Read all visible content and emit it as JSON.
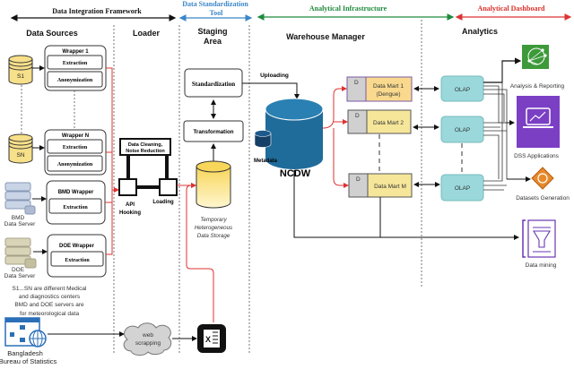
{
  "header": {
    "integration": "Data Integration Framework",
    "standardization_l1": "Data Standardization",
    "standardization_l2": "Tool",
    "infrastructure": "Analytical Infrastructure",
    "dashboard": "Analytical Dashboard",
    "colors": {
      "integration": "#111111",
      "standardization": "#3a86c8",
      "infrastructure": "#1e8a3c",
      "dashboard": "#d9312b"
    }
  },
  "sections": {
    "sources": "Data Sources",
    "loader": "Loader",
    "staging_l1": "Staging",
    "staging_l2": "Area",
    "warehouse": "Warehouse Manager",
    "analytics": "Analytics"
  },
  "sources": {
    "s1": "S1",
    "sn": "SN",
    "wrapper1": {
      "title": "Wrapper 1",
      "extraction": "Extraction",
      "anonymization": "Anonymization"
    },
    "wrapperN": {
      "title": "Wrapper N",
      "extraction": "Extraction",
      "anonymization": "Anonymization"
    },
    "bmd_wrapper": {
      "title": "BMD Wrapper",
      "extraction": "Extraction"
    },
    "doe_wrapper": {
      "title": "DOE Wrapper",
      "extraction": "Extraction"
    },
    "bmd_server_l1": "BMD",
    "bmd_server_l2": "Data Server",
    "doe_server_l1": "DOE",
    "doe_server_l2": "Data Server",
    "note": [
      "S1...SN are different Medical",
      "and diagnostics centers",
      "BMD and DOE servers are",
      "for meteorological data"
    ],
    "bbs_l1": "Bangladesh",
    "bbs_l2": "Bureau of Statistics",
    "web_l1": "web",
    "web_l2": "scrapping"
  },
  "loader": {
    "cleaning_l1": "Data Cleaning,",
    "cleaning_l2": "Noise Reduction",
    "api_l1": "API",
    "api_l2": "Hooking",
    "loading": "Loading"
  },
  "staging": {
    "standardization": "Standardization",
    "transformation": "Transformation",
    "storage": [
      "Temporary",
      "Heterogeneous",
      "Data Storage"
    ]
  },
  "warehouse": {
    "uploading": "Uploading",
    "metadata": "Metadata",
    "ncdw": "NCDW",
    "marts": [
      {
        "d": "D",
        "l1": "Data Mart 1",
        "l2": "(Dengue)"
      },
      {
        "d": "D",
        "l1": "Data Mart 2",
        "l2": ""
      },
      {
        "d": "D",
        "l1": "Data Mart M",
        "l2": ""
      }
    ]
  },
  "analytics": {
    "olap": [
      "OLAP",
      "OLAP",
      "OLAP"
    ],
    "analysis": "Analysis & Reporting",
    "dss": "DSS Applications",
    "datasets": "Datasets Generation",
    "mining": "Data mining"
  }
}
